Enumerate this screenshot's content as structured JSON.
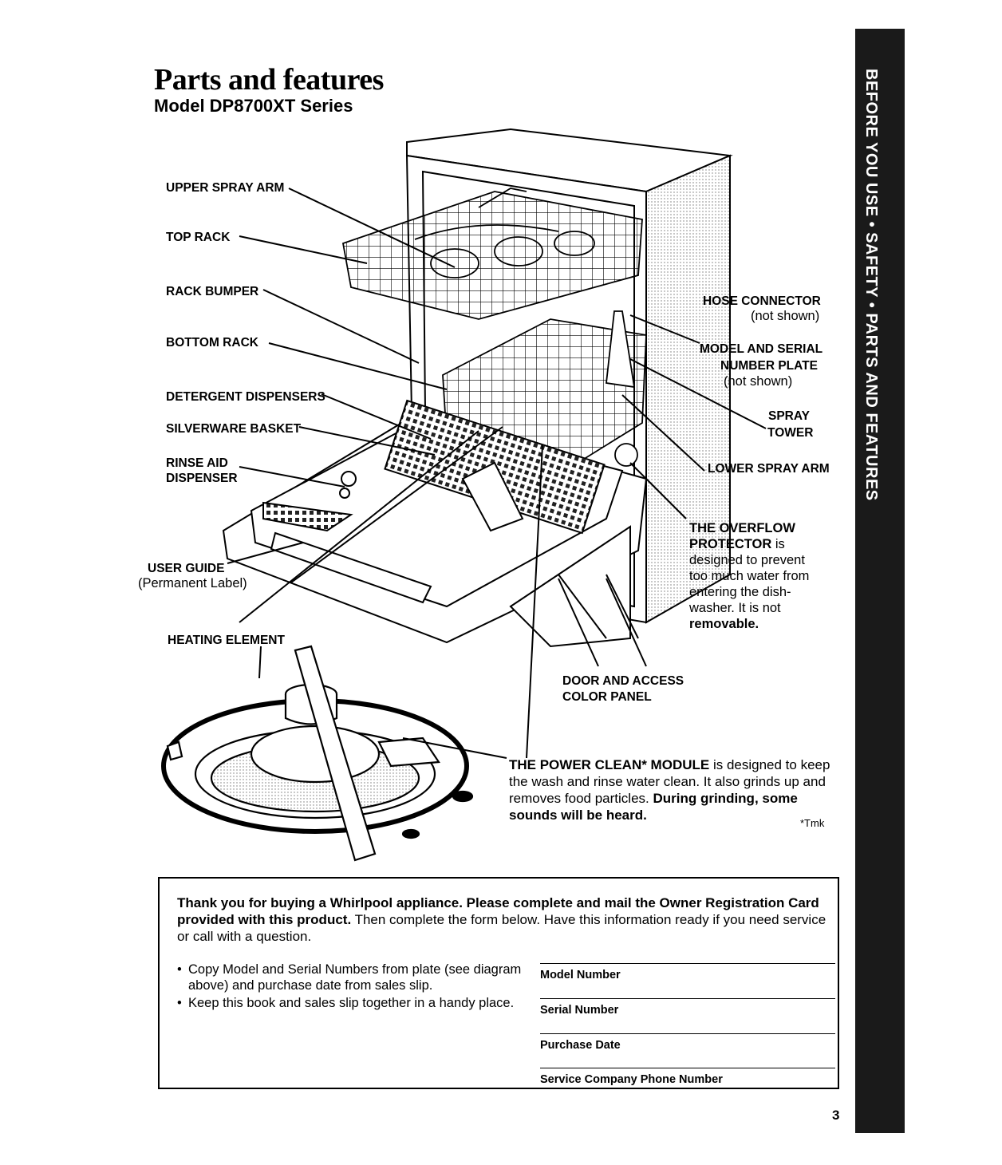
{
  "header": {
    "title": "Parts and features",
    "subtitle": "Model DP8700XT Series"
  },
  "side_tab": {
    "text": "BEFORE YOU USE • SAFETY • PARTS AND FEATURES"
  },
  "labels": {
    "upper_spray_arm": "UPPER SPRAY ARM",
    "top_rack": "TOP RACK",
    "rack_bumper": "RACK BUMPER",
    "bottom_rack": "BOTTOM RACK",
    "detergent_dispensers": "DETERGENT DISPENSERS",
    "silverware_basket": "SILVERWARE BASKET",
    "rinse_aid_1": "RINSE AID",
    "rinse_aid_2": "DISPENSER",
    "user_guide_1": "USER GUIDE",
    "user_guide_2": "(Permanent Label)",
    "heating_element": "HEATING ELEMENT",
    "hose_connector_1": "HOSE CONNECTOR",
    "hose_connector_2": "(not shown)",
    "model_plate_1": "MODEL AND SERIAL",
    "model_plate_2": "NUMBER PLATE",
    "model_plate_3": "(not shown)",
    "spray_tower_1": "SPRAY",
    "spray_tower_2": "TOWER",
    "lower_spray_arm": "LOWER SPRAY ARM",
    "door_panel_1": "DOOR AND ACCESS",
    "door_panel_2": "COLOR PANEL"
  },
  "overflow_note": {
    "bold_1": "THE OVERFLOW",
    "bold_2": "PROTECTOR",
    "text_2": " is",
    "text_3": "designed to prevent",
    "text_4": "too much water from",
    "text_5": "entering the dish-",
    "text_6": "washer. It is not",
    "bold_7": "removable."
  },
  "module_note": {
    "lead": "THE POWER CLEAN* MODULE",
    "text": " is designed to keep the wash and rinse water clean. It also grinds up and removes food particles. ",
    "bold_end": "During grinding, some sounds will be heard.",
    "tmk": "*Tmk"
  },
  "registration": {
    "intro_bold": "Thank you for buying a Whirlpool appliance. Please complete and mail the Owner Registration Card provided with this product.",
    "intro_text": " Then complete the form below. Have this information ready if you need service or call with a question.",
    "bullets": [
      "Copy Model and Serial Numbers from plate (see diagram above) and purchase date from sales slip.",
      "Keep this book and sales slip together in a handy place."
    ],
    "fields": {
      "model": "Model Number",
      "serial": "Serial Number",
      "purchase": "Purchase Date",
      "service": "Service Company Phone Number"
    }
  },
  "page_number": "3"
}
